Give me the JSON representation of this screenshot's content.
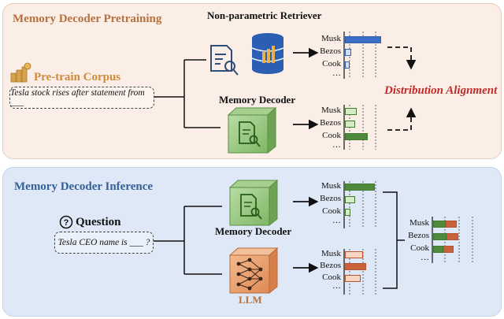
{
  "colors": {
    "blue_strong": "#3b6fc7",
    "blue_light": "#cfe0f6",
    "blue_border": "#2f5fae",
    "green_strong": "#4f8a3c",
    "green_light": "#d6ebc8",
    "green_border": "#3f7a2e",
    "orange_strong": "#c9613a",
    "orange_light": "#f8d5c2",
    "orange_border": "#b35630"
  },
  "pretraining": {
    "title": "Memory Decoder Pretraining",
    "corpus_label": "Pre-train Corpus",
    "corpus_text": "Tesla stock rises after statement from ___",
    "retriever_label": "Non-parametric Retriever",
    "decoder_label": "Memory Decoder",
    "alignment_label": "Distribution Alignment",
    "retriever_dist": {
      "tokens": [
        "Musk",
        "Bezos",
        "Cook"
      ],
      "values": [
        1.0,
        0.18,
        0.08
      ],
      "ellipsis": "…"
    },
    "decoder_dist": {
      "tokens": [
        "Musk",
        "Bezos",
        "Cook"
      ],
      "values": [
        0.48,
        0.4,
        0.92
      ],
      "ellipsis": "…"
    }
  },
  "inference": {
    "title": "Memory Decoder Inference",
    "question_label": "Question",
    "question_text": "Tesla CEO name is ___ ?",
    "decoder_label": "Memory Decoder",
    "llm_label": "LLM",
    "decoder_dist": {
      "tokens": [
        "Musk",
        "Bezos",
        "Cook"
      ],
      "values": [
        1.0,
        0.35,
        0.18
      ],
      "ellipsis": "…"
    },
    "llm_dist": {
      "tokens": [
        "Musk",
        "Bezos",
        "Cook"
      ],
      "values": [
        0.68,
        0.78,
        0.6
      ],
      "ellipsis": "…"
    },
    "combined_dist": {
      "tokens": [
        "Musk",
        "Bezos",
        "Cook"
      ],
      "green_values": [
        0.4,
        0.42,
        0.33
      ],
      "orange_values": [
        0.36,
        0.38,
        0.31
      ],
      "ellipsis": "…"
    }
  },
  "icons": [
    "coins-icon",
    "question-circle-icon",
    "search-document-icon",
    "database-icon",
    "memory-decoder-cube-icon",
    "llm-neural-network-cube-icon"
  ]
}
